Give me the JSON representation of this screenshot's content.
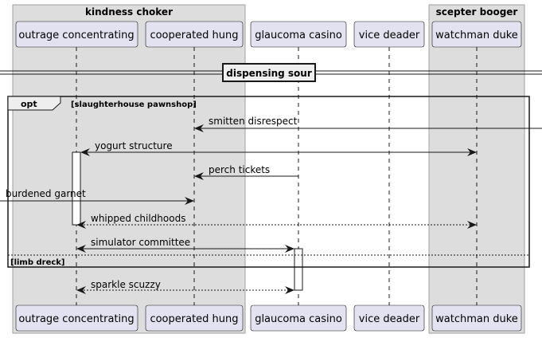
{
  "boxes": [
    {
      "id": "kindness",
      "label": "kindness choker"
    },
    {
      "id": "scepter",
      "label": "scepter booger"
    }
  ],
  "participants": [
    {
      "id": "outrage",
      "label": "outrage concentrating"
    },
    {
      "id": "cooperated",
      "label": "cooperated hung"
    },
    {
      "id": "glaucoma",
      "label": "glaucoma casino"
    },
    {
      "id": "vice",
      "label": "vice deader"
    },
    {
      "id": "watchman",
      "label": "watchman duke"
    }
  ],
  "divider": {
    "label": "dispensing sour"
  },
  "fragment": {
    "keyword": "opt",
    "condition": "[slaughterhouse pawnshop]",
    "else_condition": "[limb dreck]"
  },
  "messages": [
    {
      "label": "smitten disrespect"
    },
    {
      "label": "yogurt structure"
    },
    {
      "label": "perch tickets"
    },
    {
      "label": "burdened garnet"
    },
    {
      "label": "whipped childhoods"
    },
    {
      "label": "simulator committee"
    },
    {
      "label": "sparkle scuzzy"
    }
  ],
  "colors": {
    "participant_fill": "#e2e2f0",
    "participant_border": "#181818",
    "box_fill": "#dddddd",
    "box_border": "#a0a0a0",
    "line": "#181818",
    "text": "#000000"
  }
}
